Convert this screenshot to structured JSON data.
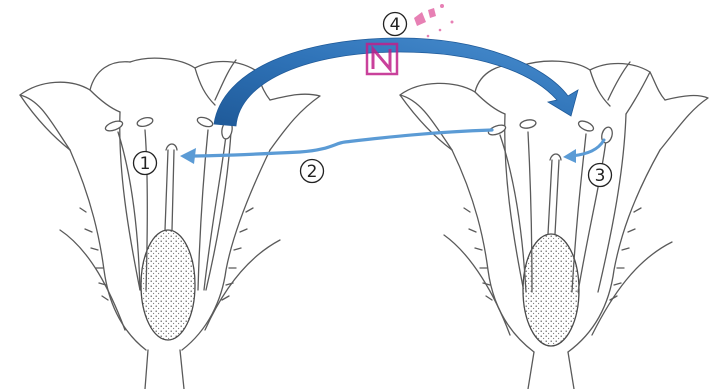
{
  "labels": {
    "one": "1",
    "two": "2",
    "three": "3",
    "four": "4"
  },
  "colors": {
    "outline": "#5a5a5a",
    "arrow_main": "#2f73b8",
    "arrow_light": "#5b9bd5",
    "watermark_logo": "#c0208a",
    "watermark_text": "#e36aa8"
  }
}
